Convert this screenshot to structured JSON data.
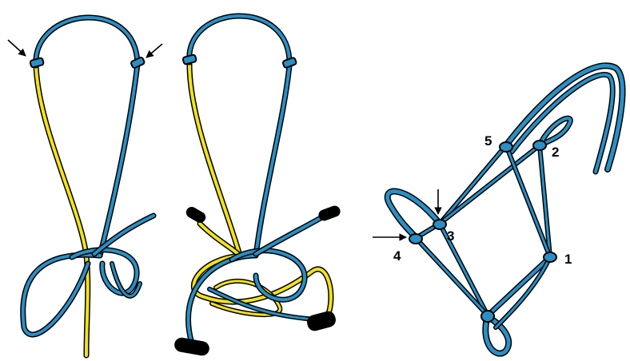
{
  "colors": {
    "rope_blue": "#2a8fc4",
    "rope_yellow": "#f2e21c",
    "outline": "#000000",
    "background": "#ffffff"
  },
  "knot_labels": [
    "5",
    "2",
    "3",
    "4",
    "1"
  ],
  "icons": [
    "arrow-pointer-icon"
  ]
}
